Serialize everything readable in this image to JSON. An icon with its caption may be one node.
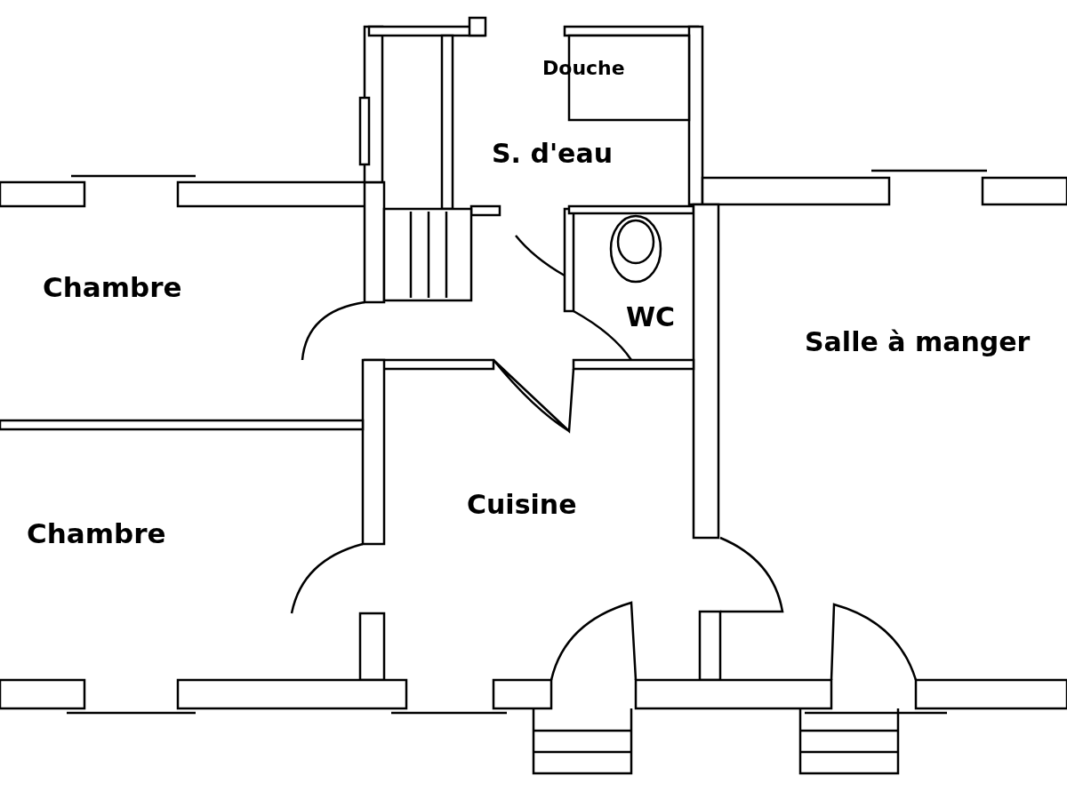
{
  "diagram": {
    "labels": [
      "Douche",
      "S. d'eau",
      "Chambre",
      "WC",
      "Salle à manger",
      "Chambre",
      "Cuisine"
    ]
  }
}
